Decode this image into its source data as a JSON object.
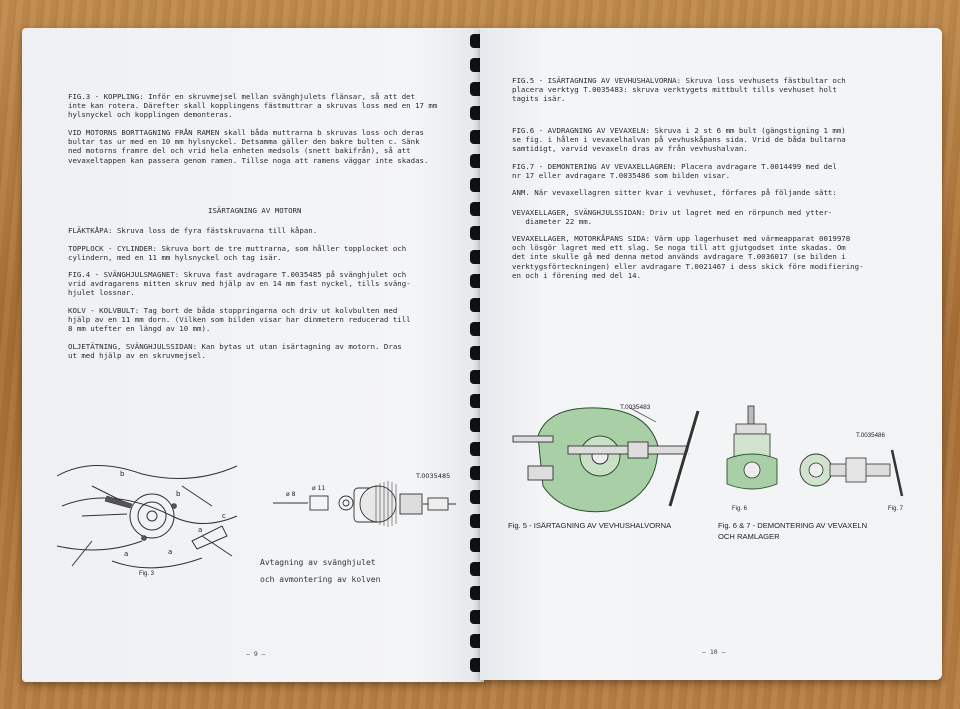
{
  "left_page": {
    "paragraphs": [
      "FIG.3 - KOPPLING: Inför en skruvmejsel mellan svänghjulets flänsar, så att det\ninte kan rotera. Därefter skall kopplingens fästmuttrar a skruvas loss med en 17 mm\nhylsnyckel och kopplingen demonteras.",
      "VID MOTORNS BORTTAGNING FRÅN RAMEN skall båda muttrarna b skruvas loss och deras\nbultar tas ur med en 10 mm hylsnyckel. Detsamma gäller den bakre bulten c. Sänk\nned motorns framre del och vrid hela enheten medsols (snett bakifrån), så att\nvevaxeltappen kan passera genom ramen. Tillse noga att ramens väggar inte skadas.",
      "FLÄKTKÅPA: Skruva loss de fyra fästskruvarna till kåpan.",
      "TOPPLOCK - CYLINDER: Skruva bort de tre muttrarna, som håller topplocket och\ncylindern, med en 11 mm hylsnyckel och tag isär.",
      "FIG.4 - SVÄNGHJULSMAGNET: Skruva fast avdragare T.0035485 på svänghjulet och\nvrid avdragarens mitten skruv med hjälp av en 14 mm fast nyckel, tills sväng-\nhjulet lossnar.",
      "KOLV - KOLVBULT: Tag bort de båda stoppringarna och driv ut kolvbulten med\nhjälp av en 11 mm dorn. (Vilken som bilden visar har dinmetern reducerad till\n8 mm utefter en längd av 10 mm).",
      "OLJETÄTNING, SVÄNGHJULSSIDAN: Kan bytas ut utan isärtagning av motorn. Dras\nut med hjälp av en skruvmejsel."
    ],
    "heading": "ISÄRTAGNING AV MOTORN",
    "fig3_labels": [
      "b",
      "b",
      "c",
      "a",
      "a",
      "a"
    ],
    "fig3_caption": "Fig. 3",
    "fig4_labels": [
      "T.0035485",
      "ø 8",
      "ø 11"
    ],
    "fig4_caption": "Avtagning av svänghjulet\noch avmontering av kolven",
    "page_number": "— 9 —"
  },
  "right_page": {
    "paragraphs": [
      "FIG.5 - ISÄRTAGNING AV VEVHUSHALVORNA: Skruva loss vevhusets fästbultar och\nplacera verktyg T.0035483: skruva verktygets mittbult tills vevhuset holt\ntagits isär.",
      "FIG.6 - AVDRAGNING AV VEVAXELN: Skruva i 2 st 6 mm bult (gängstigning 1 mm)\nse fig. i hålen i vevaxelhalvan på vevhuskåpans sida. Vrid de båda bultarna\nsamtidigt, varvid vevaxeln dras av från vevhushalvan.",
      "FIG.7 - DEMONTERING AV VEVAXELLAGREN: Placera avdragare T.0014499 med del\nnr 17 eller avdragare T.0035486 som bilden visar.",
      "ANM. När vevaxellagren sitter kvar i vevhuset, förfares på följande sätt:",
      "VEVAXELLAGER, SVÄNGHJULSSIDAN: Driv ut lagret med en rörpunch med ytter-\n   diameter 22 mm.",
      "VEVAXELLAGER, MOTORKÅPANS SIDA: Värm upp lagerhuset med värmeapparat 0019978\noch lösgör lagret med ett slag. Se noga till att gjutgodset inte skadas. Om\ndet inte skulle gå med denna metod används avdragare T.0036017 (se bilden i\nverktygsförteckningen) eller avdragare T.0021467 i dess skick före modifiering-\nen och i förening med del 14."
    ],
    "fig5_label": "T.0035483",
    "fig5_caption": "Fig. 5 - ISÄRTAGNING AV VEVHUSHALVORNA",
    "fig6_label": "Fig. 6",
    "fig7_tool_label": "T.0035486",
    "fig7_label": "Fig. 7",
    "fig67_caption": "Fig. 6 & 7 - DEMONTERING AV VEVAXELN\nOCH RAMLAGER",
    "page_number": "— 10 —"
  },
  "colors": {
    "paper": "#f2f4f6",
    "wood": "#b07a3e",
    "green_part": "#a9cfa6",
    "ink": "#2b2b2b"
  }
}
